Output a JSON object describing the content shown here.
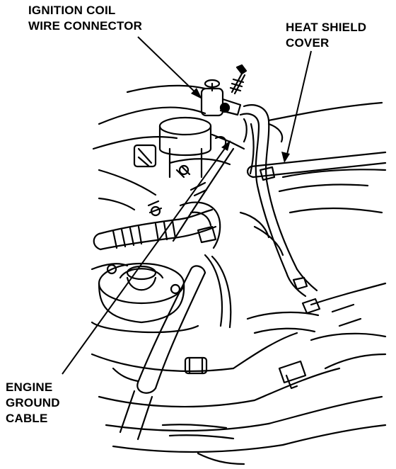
{
  "labels": {
    "ignition_coil_connector": {
      "line1": "IGNITION COIL",
      "line2": "WIRE CONNECTOR"
    },
    "heat_shield_cover": {
      "line1": "HEAT SHIELD",
      "line2": "COVER"
    },
    "engine_ground_cable": {
      "line1": "ENGINE",
      "line2": "GROUND",
      "line3": "CABLE"
    }
  },
  "colors": {
    "ink": "#000000",
    "paper": "#ffffff"
  }
}
